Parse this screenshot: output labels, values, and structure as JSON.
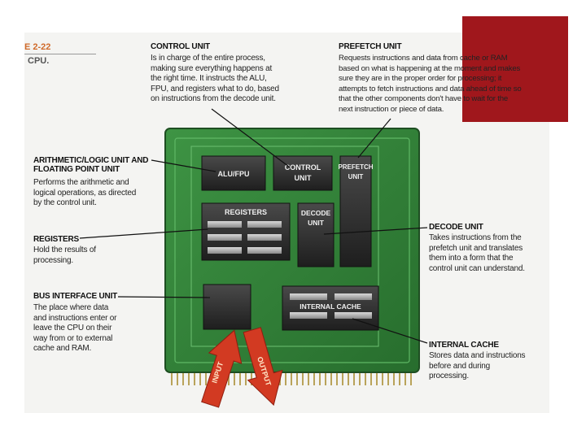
{
  "figure": {
    "number": "E 2-22",
    "caption": "CPU."
  },
  "callouts": {
    "control_unit": {
      "heading": "CONTROL UNIT",
      "lines": [
        "Is in charge of the entire process,",
        "making sure everything happens at",
        "the right time. It instructs the ALU,",
        "FPU, and registers what to do, based",
        "on instructions from the decode unit."
      ]
    },
    "prefetch_unit": {
      "heading": "PREFETCH UNIT",
      "lines": [
        "Requests instructions and data from cache or RAM",
        "based on what is happening at the moment and makes",
        "sure they are in the proper order for processing; it",
        "attempts to fetch instructions and data ahead of time so",
        "that the other components don't have to wait for the",
        "next instruction or piece of data."
      ]
    },
    "alu": {
      "heading_lines": [
        "ARITHMETIC/LOGIC UNIT AND",
        "FLOATING POINT UNIT"
      ],
      "lines": [
        "Performs the arithmetic and",
        "logical operations, as directed",
        "by the control unit."
      ]
    },
    "registers": {
      "heading": "REGISTERS",
      "lines": [
        "Hold the results of",
        "processing."
      ]
    },
    "bus_interface": {
      "heading": "BUS INTERFACE UNIT",
      "lines": [
        "The place where data",
        "and instructions enter or",
        "leave the CPU on their",
        "way from or to external",
        "cache and RAM."
      ]
    },
    "decode_unit": {
      "heading": "DECODE UNIT",
      "lines": [
        "Takes instructions from the",
        "prefetch unit and translates",
        "them into a form that the",
        "control unit can understand."
      ]
    },
    "internal_cache": {
      "heading": "INTERNAL CACHE",
      "lines": [
        "Stores data and instructions",
        "before and during",
        "processing."
      ]
    }
  },
  "chip_labels": {
    "alu_fpu": "ALU/FPU",
    "control": [
      "CONTROL",
      "UNIT"
    ],
    "prefetch": [
      "PREFETCH",
      "UNIT"
    ],
    "registers": "REGISTERS",
    "decode": [
      "DECODE",
      "UNIT"
    ],
    "internal_cache": "INTERNAL CACHE",
    "input": "INPUT",
    "output": "OUTPUT"
  },
  "colors": {
    "board": "#2f7d35",
    "block": "#2a2a2a",
    "arrow": "#d23a22",
    "accent": "#a0171c"
  }
}
